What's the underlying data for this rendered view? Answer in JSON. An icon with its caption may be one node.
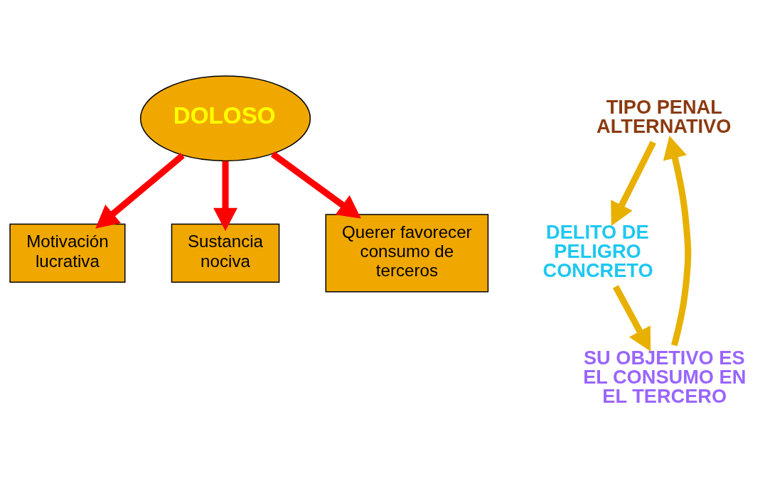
{
  "diagram": {
    "nodes": [
      {
        "text": [
          "Motivación lucrativa"
        ]
      },
      {
        "text": [
          "DOLOSO"
        ]
      },
      {
        "text": [
          "Sustancia nociva"
        ]
      },
      {
        "text": [
          "Querer favorecer consumo de terceros"
        ]
      },
      {
        "text": [
          "TIPO PENAL ALTERNATIVO"
        ]
      },
      {
        "text": [
          "DELITO DE PELIGRO CONCRETO"
        ]
      },
      {
        "text": [
          "SU OBJETIVO ES EL CONSUMO EN EL TERCERO"
        ]
      }
    ],
    "edges": [
      {
        "from": 1,
        "to": 0,
        "arrow": "to",
        "color": "#ff0000"
      },
      {
        "from": 1,
        "to": 2,
        "arrow": "to",
        "color": "#ff0000"
      },
      {
        "from": 1,
        "to": 3,
        "arrow": "to",
        "color": "#ff0000"
      },
      {
        "from": 4,
        "to": 5,
        "arrow": "to",
        "color": "#e8b000"
      },
      {
        "from": 5,
        "to": 6,
        "arrow": "to",
        "color": "#e8b000"
      },
      {
        "from": 6,
        "to": 4,
        "arrow": "to",
        "color": "#e8b000"
      }
    ]
  }
}
